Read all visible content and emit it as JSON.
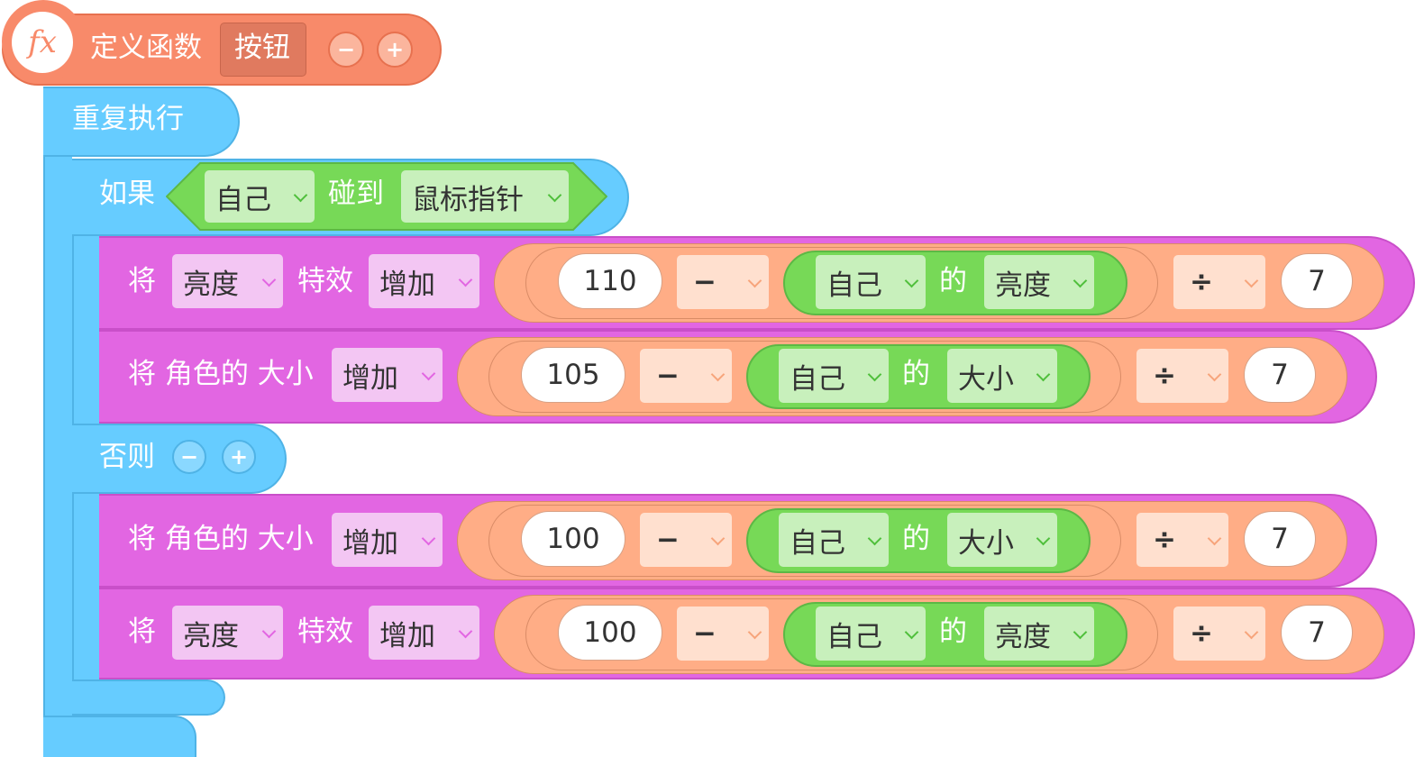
{
  "define_block": {
    "label": "定义函数",
    "function_name": "按钮",
    "minus": "−",
    "plus": "+",
    "icon": "fx-icon"
  },
  "repeat_block": {
    "label": "重复执行"
  },
  "if_block": {
    "if_label": "如果",
    "condition": {
      "subject": "自己",
      "verb": "碰到",
      "target": "鼠标指针"
    },
    "else_label": "否则",
    "else_minus": "−",
    "else_plus": "+"
  },
  "rows": [
    {
      "kw": "将",
      "effect": "亮度",
      "effect_word": "特效",
      "op": "增加",
      "num1": "110",
      "minus": "−",
      "subject": "自己",
      "of": "的",
      "prop": "亮度",
      "div": "÷",
      "num2": "7"
    },
    {
      "kw": "将 角色的 大小",
      "op": "增加",
      "num1": "105",
      "minus": "−",
      "subject": "自己",
      "of": "的",
      "prop": "大小",
      "div": "÷",
      "num2": "7"
    },
    {
      "kw": "将 角色的 大小",
      "op": "增加",
      "num1": "100",
      "minus": "−",
      "subject": "自己",
      "of": "的",
      "prop": "大小",
      "div": "÷",
      "num2": "7"
    },
    {
      "kw": "将",
      "effect": "亮度",
      "effect_word": "特效",
      "op": "增加",
      "num1": "100",
      "minus": "−",
      "subject": "自己",
      "of": "的",
      "prop": "亮度",
      "div": "÷",
      "num2": "7"
    }
  ],
  "colors": {
    "define": "#f88a6a",
    "control": "#66ccff",
    "sensing": "#77d957",
    "looks": "#e266e2",
    "operator": "#ffad86"
  }
}
